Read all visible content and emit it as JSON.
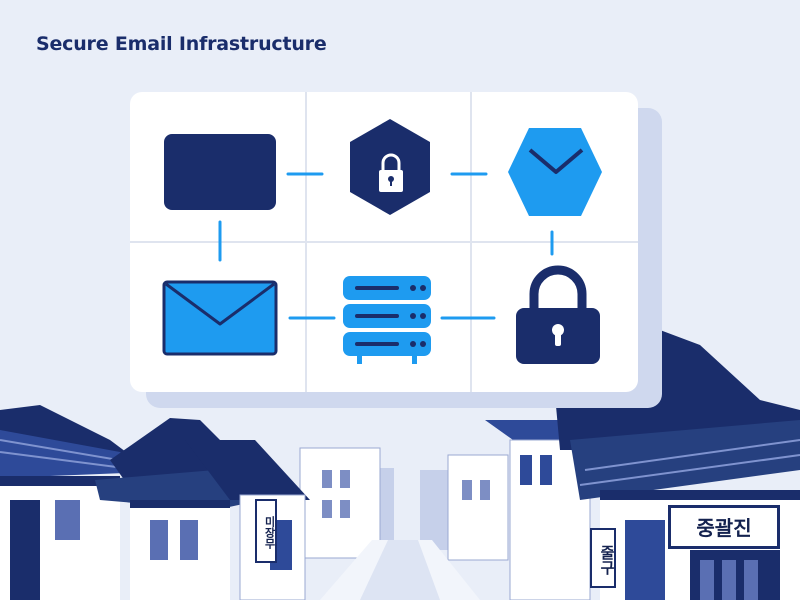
{
  "title": "Secure Email Infrastructure",
  "icons": [
    {
      "name": "email-card-icon"
    },
    {
      "name": "lock-hexagon-icon"
    },
    {
      "name": "envelope-hexagon-icon"
    },
    {
      "name": "envelope-icon"
    },
    {
      "name": "server-stack-icon"
    },
    {
      "name": "padlock-icon"
    }
  ],
  "signs": {
    "left": "미장무",
    "middle": "줄구",
    "right": "중괄진"
  },
  "colors": {
    "navy": "#1a2d6b",
    "bright_blue": "#1e9bf0",
    "background": "#e9eef8",
    "panel": "#ffffff"
  }
}
